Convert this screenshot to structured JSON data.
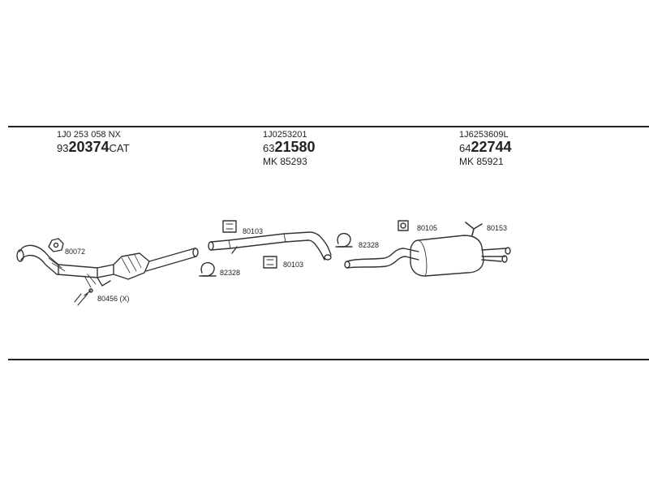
{
  "parts": {
    "front": {
      "oe_number": "1J0 253 058 NX",
      "prefix": "93",
      "number": "20374",
      "suffix": "CAT"
    },
    "middle": {
      "oe_number": "1J0253201",
      "prefix": "63",
      "number": "21580",
      "mk": "MK  85293"
    },
    "rear": {
      "oe_number": "1J6253609L",
      "prefix": "64",
      "number": "22744",
      "mk": "MK  85921"
    }
  },
  "fittings": {
    "gasket_front": "80072",
    "bolt_kit": "80456 (X)",
    "hanger_mid_top": "80103",
    "hanger_mid_bottom": "80103",
    "clamp_left": "82328",
    "clamp_right": "82328",
    "rubber_mount": "80105",
    "bracket_rear": "80153"
  }
}
